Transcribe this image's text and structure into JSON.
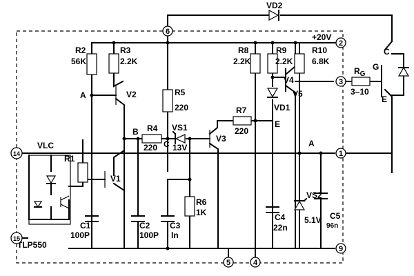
{
  "resistors": {
    "R1": {
      "name": "R1",
      "value": ""
    },
    "R2": {
      "name": "R2",
      "value": "56K"
    },
    "R3": {
      "name": "R3",
      "value": "2.2K"
    },
    "R4": {
      "name": "R4",
      "value": "220"
    },
    "R5": {
      "name": "R5",
      "value": "220"
    },
    "R6": {
      "name": "R6",
      "value": "1K"
    },
    "R7": {
      "name": "R7",
      "value": "220"
    },
    "R8": {
      "name": "R8",
      "value": "2.2K"
    },
    "R9": {
      "name": "R9",
      "value": "2.2K"
    },
    "R10": {
      "name": "R10",
      "value": "6.8K"
    },
    "RG": {
      "name": "R",
      "sub": "G",
      "value": "3–10"
    }
  },
  "capacitors": {
    "C1": {
      "name": "C1",
      "value": "100P"
    },
    "C2": {
      "name": "C2",
      "value": "100P"
    },
    "C3": {
      "name": "C3",
      "value": "ln"
    },
    "C4": {
      "name": "C4",
      "value": "22n"
    },
    "C5": {
      "name": "C5",
      "value": "96n"
    }
  },
  "transistors": {
    "V1": "V1",
    "V2": "V2",
    "V3": "V3",
    "V4": "V4",
    "V5": "V5"
  },
  "diodes": {
    "VD1": "VD1",
    "VD2": "VD2",
    "VS1": {
      "name": "VS1",
      "value": "13V"
    },
    "VS2": {
      "name": "VS2",
      "value": "5.1V"
    }
  },
  "optocoupler": {
    "part": "TLP550",
    "label": "VLC"
  },
  "nodes": {
    "A": "A",
    "A2": "A",
    "B": "B",
    "C": "C",
    "E": "E"
  },
  "pins": [
    "1",
    "2",
    "3",
    "4",
    "5",
    "6",
    "9",
    "14",
    "15"
  ],
  "supply": "+20V",
  "igbt": {
    "gate": "G",
    "collector": "C",
    "emitter": "E"
  }
}
